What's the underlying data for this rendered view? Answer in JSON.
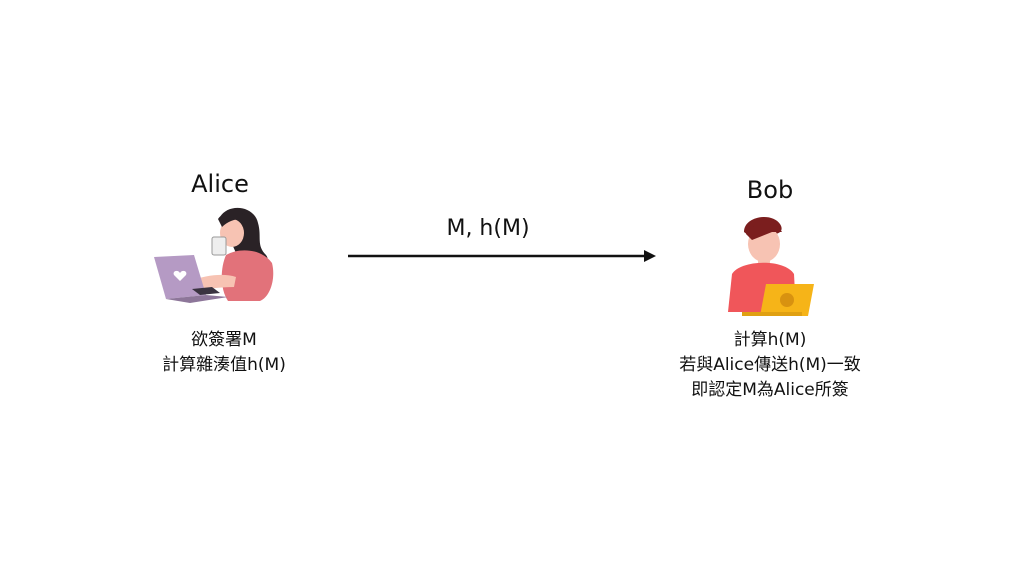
{
  "alice": {
    "name": "Alice",
    "notes": [
      "欲簽署M",
      "計算雜湊值h(M)"
    ]
  },
  "bob": {
    "name": "Bob",
    "notes": [
      "計算h(M)",
      "若與Alice傳送h(M)一致",
      "即認定M為Alice所簽"
    ]
  },
  "message": {
    "label": "M, h(M)"
  },
  "colors": {
    "alice_shirt": "#e2727a",
    "alice_laptop": "#b59ac4",
    "bob_shirt": "#f0565a",
    "bob_laptop": "#f6b418",
    "skin": "#f7c3b3",
    "hair_dark": "#2a2226",
    "hair_bob": "#7b1e1e"
  }
}
